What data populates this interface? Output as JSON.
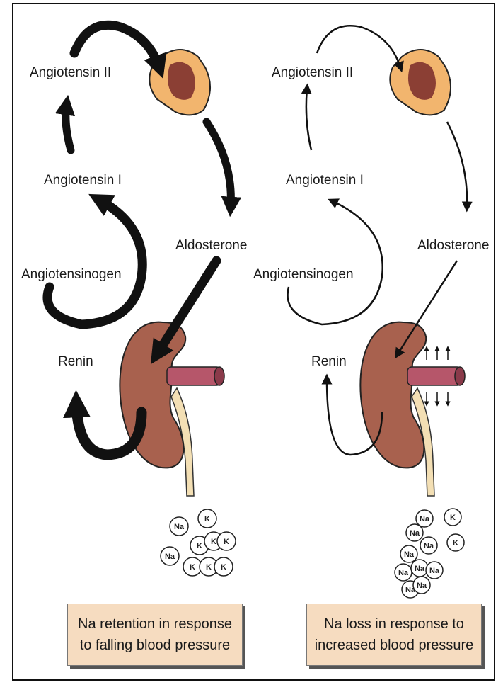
{
  "panels": {
    "left": {
      "angiotensin_ii": "Angiotensin II",
      "angiotensin_i": "Angiotensin I",
      "angiotensinogen": "Angiotensinogen",
      "renin": "Renin",
      "aldosterone": "Aldosterone",
      "caption_line1": "Na retention in response",
      "caption_line2": "to falling blood pressure",
      "ions": [
        "Na",
        "Na",
        "K",
        "K",
        "K",
        "K",
        "K",
        "K",
        "K"
      ]
    },
    "right": {
      "angiotensin_ii": "Angiotensin II",
      "angiotensin_i": "Angiotensin I",
      "angiotensinogen": "Angiotensinogen",
      "renin": "Renin",
      "aldosterone": "Aldosterone",
      "caption_line1": "Na loss in response to",
      "caption_line2": "increased blood pressure",
      "ions": [
        "Na",
        "Na",
        "Na",
        "Na",
        "Na",
        "Na",
        "Na",
        "Na",
        "Na",
        "K",
        "K"
      ]
    }
  },
  "colors": {
    "kidney": "#a8614e",
    "adrenal_outer": "#f2b56e",
    "adrenal_inner": "#8b3f34",
    "vessel": "#b6566a",
    "ureter": "#f3dfb4",
    "caption_bg": "#f6dcc0",
    "arrow": "#111111"
  }
}
